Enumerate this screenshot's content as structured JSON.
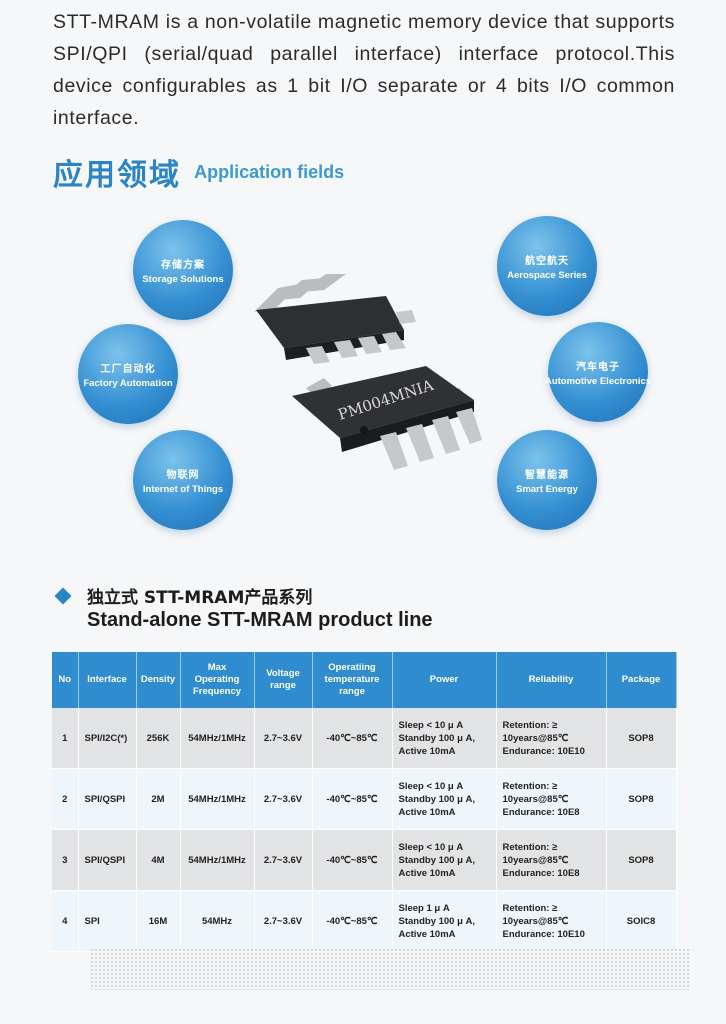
{
  "intro": {
    "text": "STT-MRAM is a non-volatile magnetic memory device that supports SPI/QPI (serial/quad parallel interface) interface protocol.This device configurables as 1 bit I/O separate or 4 bits I/O common interface."
  },
  "applications": {
    "title_cn": "应用领域",
    "title_en": "Application fields",
    "items": [
      {
        "cn": "存储方案",
        "en": "Storage Solutions"
      },
      {
        "cn": "工厂自动化",
        "en": "Factory Automation"
      },
      {
        "cn": "物联网",
        "en": "Internet of Things"
      },
      {
        "cn": "航空航天",
        "en": "Aerospace Series"
      },
      {
        "cn": "汽车电子",
        "en": "Automotive Electronics"
      },
      {
        "cn": "智慧能源",
        "en": "Smart Energy"
      }
    ],
    "chip_marking": "PM004MNIA"
  },
  "product_line": {
    "title_cn": "独立式 STT-MRAM产品系列",
    "title_en": "Stand-alone STT-MRAM product line"
  },
  "table": {
    "headers": {
      "no": "No",
      "interface": "Interface",
      "density": "Density",
      "freq": [
        "Max",
        "Operating",
        "Frequency"
      ],
      "voltage": [
        "Voltage",
        "range"
      ],
      "temp": [
        "Operatiing",
        "temperature",
        "range"
      ],
      "power": "Power",
      "reliability": "Reliability",
      "package": "Package"
    },
    "rows": [
      {
        "no": "1",
        "interface": "SPI/I2C(*)",
        "density": "256K",
        "freq": "54MHz/1MHz",
        "voltage": "2.7~3.6V",
        "temp": "-40℃~85℃",
        "power": [
          "Sleep < 10 μ A",
          "Standby 100 μ A,",
          "Active 10mA"
        ],
        "reliability": [
          "Retention: ≥",
          "10years@85℃",
          "Endurance: 10E10"
        ],
        "package": "SOP8"
      },
      {
        "no": "2",
        "interface": "SPI/QSPI",
        "density": "2M",
        "freq": "54MHz/1MHz",
        "voltage": "2.7~3.6V",
        "temp": "-40℃~85℃",
        "power": [
          "Sleep < 10 μ A",
          "Standby 100 μ A,",
          "Active 10mA"
        ],
        "reliability": [
          "Retention: ≥",
          "10years@85℃",
          "Endurance: 10E8"
        ],
        "package": "SOP8"
      },
      {
        "no": "3",
        "interface": "SPI/QSPI",
        "density": "4M",
        "freq": "54MHz/1MHz",
        "voltage": "2.7~3.6V",
        "temp": "-40℃~85℃",
        "power": [
          "Sleep < 10 μ A",
          "Standby 100 μ A,",
          "Active 10mA"
        ],
        "reliability": [
          "Retention: ≥",
          "10years@85℃",
          "Endurance: 10E8"
        ],
        "package": "SOP8"
      },
      {
        "no": "4",
        "interface": "SPI",
        "density": "16M",
        "freq": "54MHz",
        "voltage": "2.7~3.6V",
        "temp": "-40℃~85℃",
        "power": [
          "Sleep 1 μ A",
          "Standby 100 μ A,",
          "Active 10mA"
        ],
        "reliability": [
          "Retention: ≥",
          "10years@85℃",
          "Endurance: 10E10"
        ],
        "package": "SOIC8"
      }
    ]
  }
}
